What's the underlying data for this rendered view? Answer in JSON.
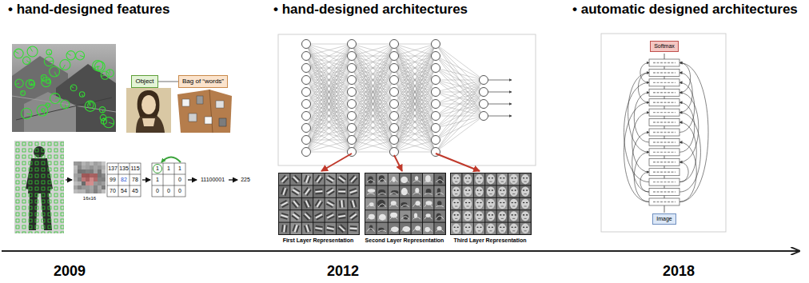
{
  "diagram": {
    "nodes": [
      {
        "text": [
          "Object"
        ]
      },
      {
        "text": [
          "Bag of “words”"
        ]
      },
      {
        "text": [
          "Softmax"
        ]
      },
      {
        "text": [
          "Image"
        ]
      }
    ],
    "edges": [
      {
        "from": 0,
        "to": 1,
        "arrow": "none"
      }
    ],
    "labels": [
      "• hand-designed features",
      "• hand-designed architectures",
      "• automatic designed architectures",
      "16x16",
      "137",
      "135",
      "115",
      "99",
      "82",
      "78",
      "70",
      "54",
      "45",
      "1",
      "1",
      "1",
      "1",
      "0",
      "0",
      "0",
      "0",
      "11100001",
      "225",
      "First Layer Representation",
      "Second Layer Representation",
      "Third Layer Representation",
      "2009",
      "2012",
      "2018"
    ]
  }
}
